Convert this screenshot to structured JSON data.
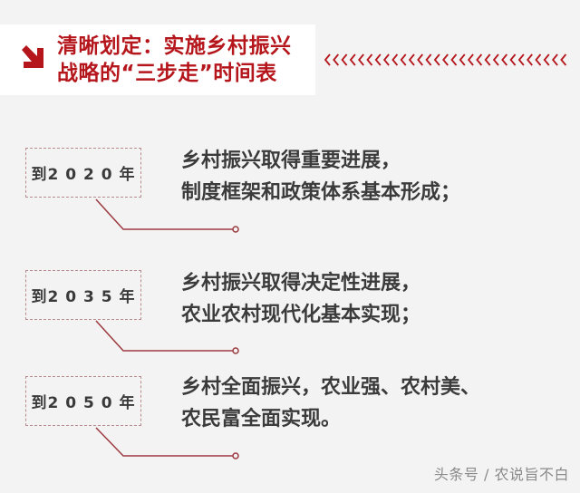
{
  "header": {
    "title_line1": "清晰划定：实施乡村振兴",
    "title_line2": "战略的“三步走”时间表",
    "icon": "arrow-down-right-icon",
    "decoration": "chevron-left-row"
  },
  "colors": {
    "accent": "#b5161c",
    "box_border": "#b98a8e",
    "connector": "#9c3a40",
    "body_text": "#3b3b3b",
    "background": "#f3f3f3"
  },
  "timeline": [
    {
      "year_label": "到2 0 2 0 年",
      "line1": "乡村振兴取得重要进展，",
      "line2": "制度框架和政策体系基本形成；"
    },
    {
      "year_label": "到2 0 3 5 年",
      "line1": "乡村振兴取得决定性进展，",
      "line2": "农业农村现代化基本实现；"
    },
    {
      "year_label": "到2 0 5 0 年",
      "line1": "乡村全面振兴，农业强、农村美、",
      "line2": "农民富全面实现。"
    }
  ],
  "footer": {
    "watermark": "头条号 / 农说旨不白"
  }
}
